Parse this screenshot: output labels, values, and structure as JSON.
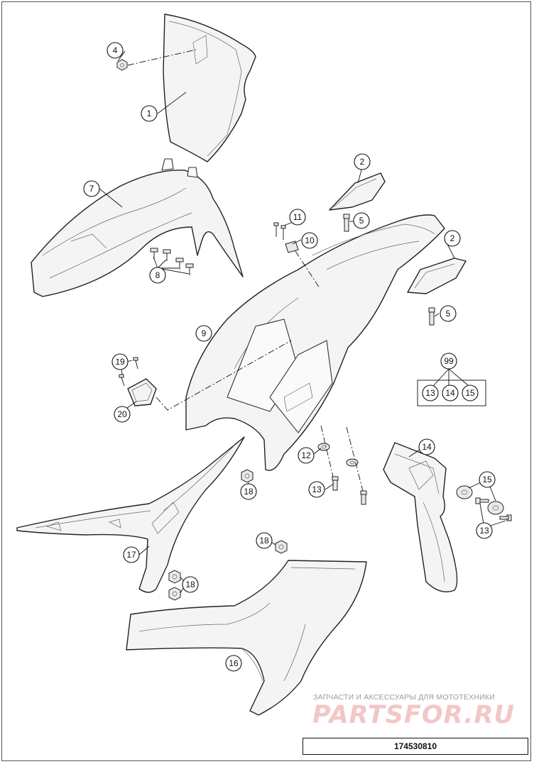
{
  "diagram": {
    "reference_number": "174530810",
    "watermark": {
      "caption": "ЗАПЧАСТИ И АКСЕССУАРЫ ДЛЯ МОТОТЕХНИКИ",
      "logo": "PARTSFOR.RU"
    },
    "callouts": {
      "c1": "1",
      "c2a": "2",
      "c2b": "2",
      "c4": "4",
      "c5a": "5",
      "c5b": "5",
      "c7": "7",
      "c8": "8",
      "c9": "9",
      "c10": "10",
      "c11": "11",
      "c12": "12",
      "c13a": "13",
      "c13b": "13",
      "c13c": "13",
      "c14": "14",
      "c14k": "14",
      "c15": "15",
      "c15k": "15",
      "c16": "16",
      "c17": "17",
      "c18a": "18",
      "c18b": "18",
      "c18c": "18",
      "c19": "19",
      "c20": "20",
      "c99": "99"
    }
  }
}
